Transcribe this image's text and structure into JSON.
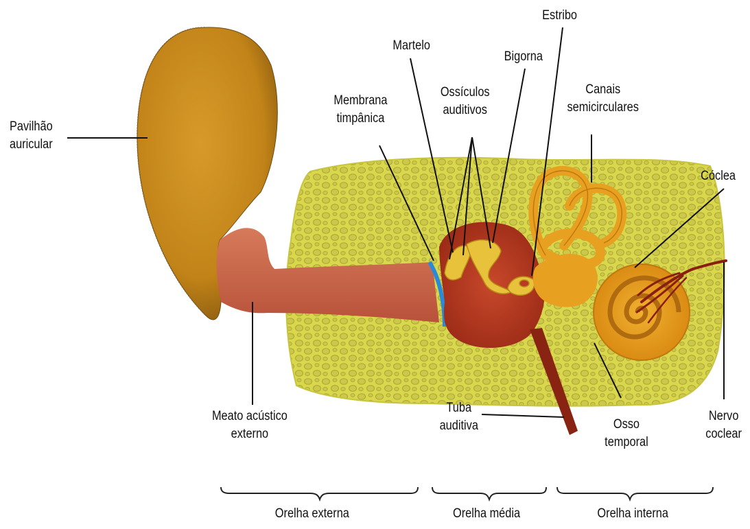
{
  "colors": {
    "bone_background": "#d8d64a",
    "bone_cells": "#b8b03a",
    "pinna": "#c88a1c",
    "canal": "#c4634a",
    "middle_ear": "#b83a22",
    "ossicles": "#e8c23a",
    "inner_ear": "#e8a020",
    "tympanic_membrane": "#2a8ad8",
    "nerve": "#8a1e10",
    "leader_lines": "#111111"
  },
  "labels": {
    "pavilhao": [
      "Pavilhão",
      "auricular"
    ],
    "martelo": "Martelo",
    "estribo": "Estribo",
    "bigorna": "Bigorna",
    "membrana": [
      "Membrana",
      "timpânica"
    ],
    "ossiculos": [
      "Ossículos",
      "auditivos"
    ],
    "canais": [
      "Canais",
      "semicirculares"
    ],
    "coclea": "Cóclea",
    "meato": [
      "Meato acústico",
      "externo"
    ],
    "tuba": [
      "Tuba",
      "auditiva"
    ],
    "osso": [
      "Osso",
      "temporal"
    ],
    "nervo": [
      "Nervo",
      "coclear"
    ]
  },
  "regions": {
    "externa": "Orelha externa",
    "media": "Orelha média",
    "interna": "Orelha interna"
  }
}
